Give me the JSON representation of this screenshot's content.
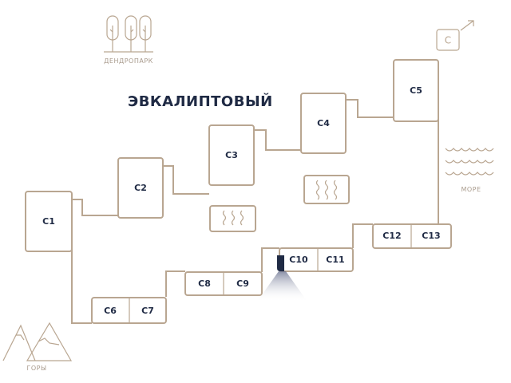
{
  "title": "ЭВКАЛИПТОВЫЙ",
  "landmarks": {
    "park": "ДЕНДРОПАРК",
    "sea": "МОРЕ",
    "mountains": "ГОРЫ",
    "exit_label": "С"
  },
  "units": [
    "С1",
    "С2",
    "С3",
    "С4",
    "С5",
    "С6",
    "С7",
    "С8",
    "С9",
    "С10",
    "С11",
    "С12",
    "С13"
  ],
  "colors": {
    "line": "#b9a691",
    "text": "#1f2a44",
    "camera": "#1f2a44"
  }
}
